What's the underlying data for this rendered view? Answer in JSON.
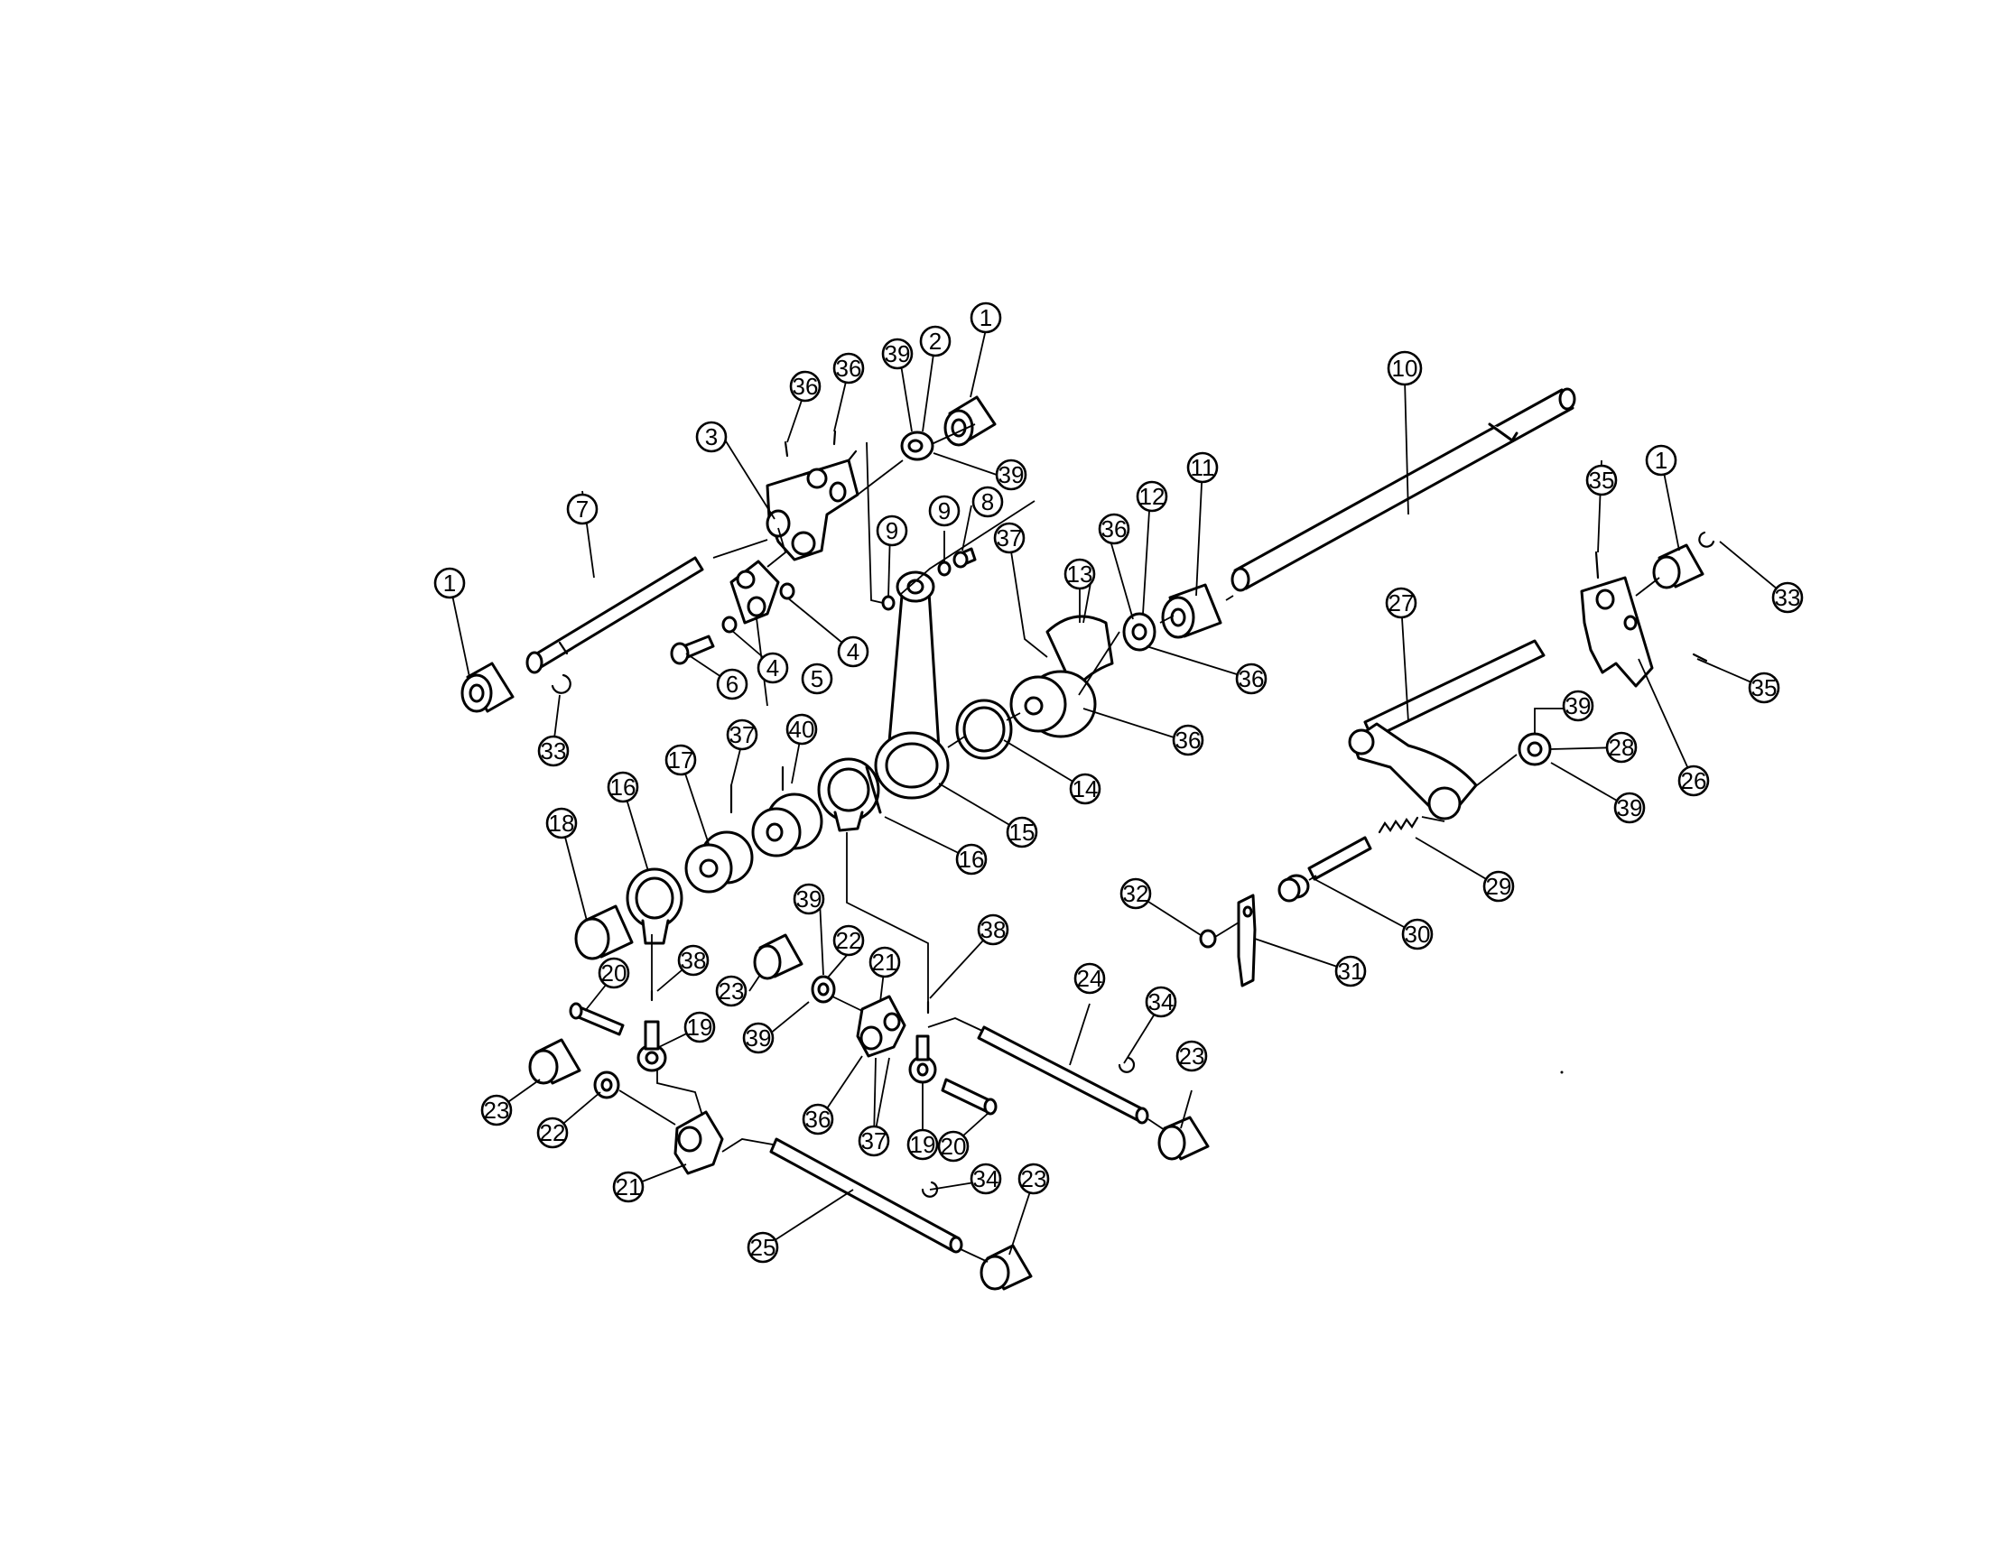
{
  "diagram": {
    "type": "exploded-parts-diagram",
    "colors": {
      "line": "#000000",
      "background": "#ffffff"
    },
    "callouts": [
      {
        "id": "c1a",
        "label": "1"
      },
      {
        "id": "c1b",
        "label": "1"
      },
      {
        "id": "c1c",
        "label": "1"
      },
      {
        "id": "c2",
        "label": "2"
      },
      {
        "id": "c3",
        "label": "3"
      },
      {
        "id": "c4a",
        "label": "4"
      },
      {
        "id": "c4b",
        "label": "4"
      },
      {
        "id": "c5",
        "label": "5"
      },
      {
        "id": "c6",
        "label": "6"
      },
      {
        "id": "c7",
        "label": "7"
      },
      {
        "id": "c8",
        "label": "8"
      },
      {
        "id": "c9a",
        "label": "9"
      },
      {
        "id": "c9b",
        "label": "9"
      },
      {
        "id": "c10",
        "label": "10"
      },
      {
        "id": "c11",
        "label": "11"
      },
      {
        "id": "c12",
        "label": "12"
      },
      {
        "id": "c13",
        "label": "13"
      },
      {
        "id": "c14",
        "label": "14"
      },
      {
        "id": "c15",
        "label": "15"
      },
      {
        "id": "c16a",
        "label": "16"
      },
      {
        "id": "c16b",
        "label": "16"
      },
      {
        "id": "c17",
        "label": "17"
      },
      {
        "id": "c18",
        "label": "18"
      },
      {
        "id": "c19a",
        "label": "19"
      },
      {
        "id": "c19b",
        "label": "19"
      },
      {
        "id": "c20a",
        "label": "20"
      },
      {
        "id": "c20b",
        "label": "20"
      },
      {
        "id": "c21a",
        "label": "21"
      },
      {
        "id": "c21b",
        "label": "21"
      },
      {
        "id": "c22a",
        "label": "22"
      },
      {
        "id": "c22b",
        "label": "22"
      },
      {
        "id": "c23a",
        "label": "23"
      },
      {
        "id": "c23b",
        "label": "23"
      },
      {
        "id": "c23c",
        "label": "23"
      },
      {
        "id": "c23d",
        "label": "23"
      },
      {
        "id": "c24",
        "label": "24"
      },
      {
        "id": "c25",
        "label": "25"
      },
      {
        "id": "c26",
        "label": "26"
      },
      {
        "id": "c27",
        "label": "27"
      },
      {
        "id": "c28",
        "label": "28"
      },
      {
        "id": "c29",
        "label": "29"
      },
      {
        "id": "c30",
        "label": "30"
      },
      {
        "id": "c31",
        "label": "31"
      },
      {
        "id": "c32",
        "label": "32"
      },
      {
        "id": "c33a",
        "label": "33"
      },
      {
        "id": "c33b",
        "label": "33"
      },
      {
        "id": "c34a",
        "label": "34"
      },
      {
        "id": "c34b",
        "label": "34"
      },
      {
        "id": "c35a",
        "label": "35"
      },
      {
        "id": "c35b",
        "label": "35"
      },
      {
        "id": "c36a",
        "label": "36"
      },
      {
        "id": "c36b",
        "label": "36"
      },
      {
        "id": "c36c",
        "label": "36"
      },
      {
        "id": "c36d",
        "label": "36"
      },
      {
        "id": "c36e",
        "label": "36"
      },
      {
        "id": "c36f",
        "label": "36"
      },
      {
        "id": "c37a",
        "label": "37"
      },
      {
        "id": "c37b",
        "label": "37"
      },
      {
        "id": "c37c",
        "label": "37"
      },
      {
        "id": "c38a",
        "label": "38"
      },
      {
        "id": "c38b",
        "label": "38"
      },
      {
        "id": "c39a",
        "label": "39"
      },
      {
        "id": "c39b",
        "label": "39"
      },
      {
        "id": "c39c",
        "label": "39"
      },
      {
        "id": "c39d",
        "label": "39"
      },
      {
        "id": "c39e",
        "label": "39"
      },
      {
        "id": "c39f",
        "label": "39"
      },
      {
        "id": "c40",
        "label": "40"
      }
    ]
  }
}
